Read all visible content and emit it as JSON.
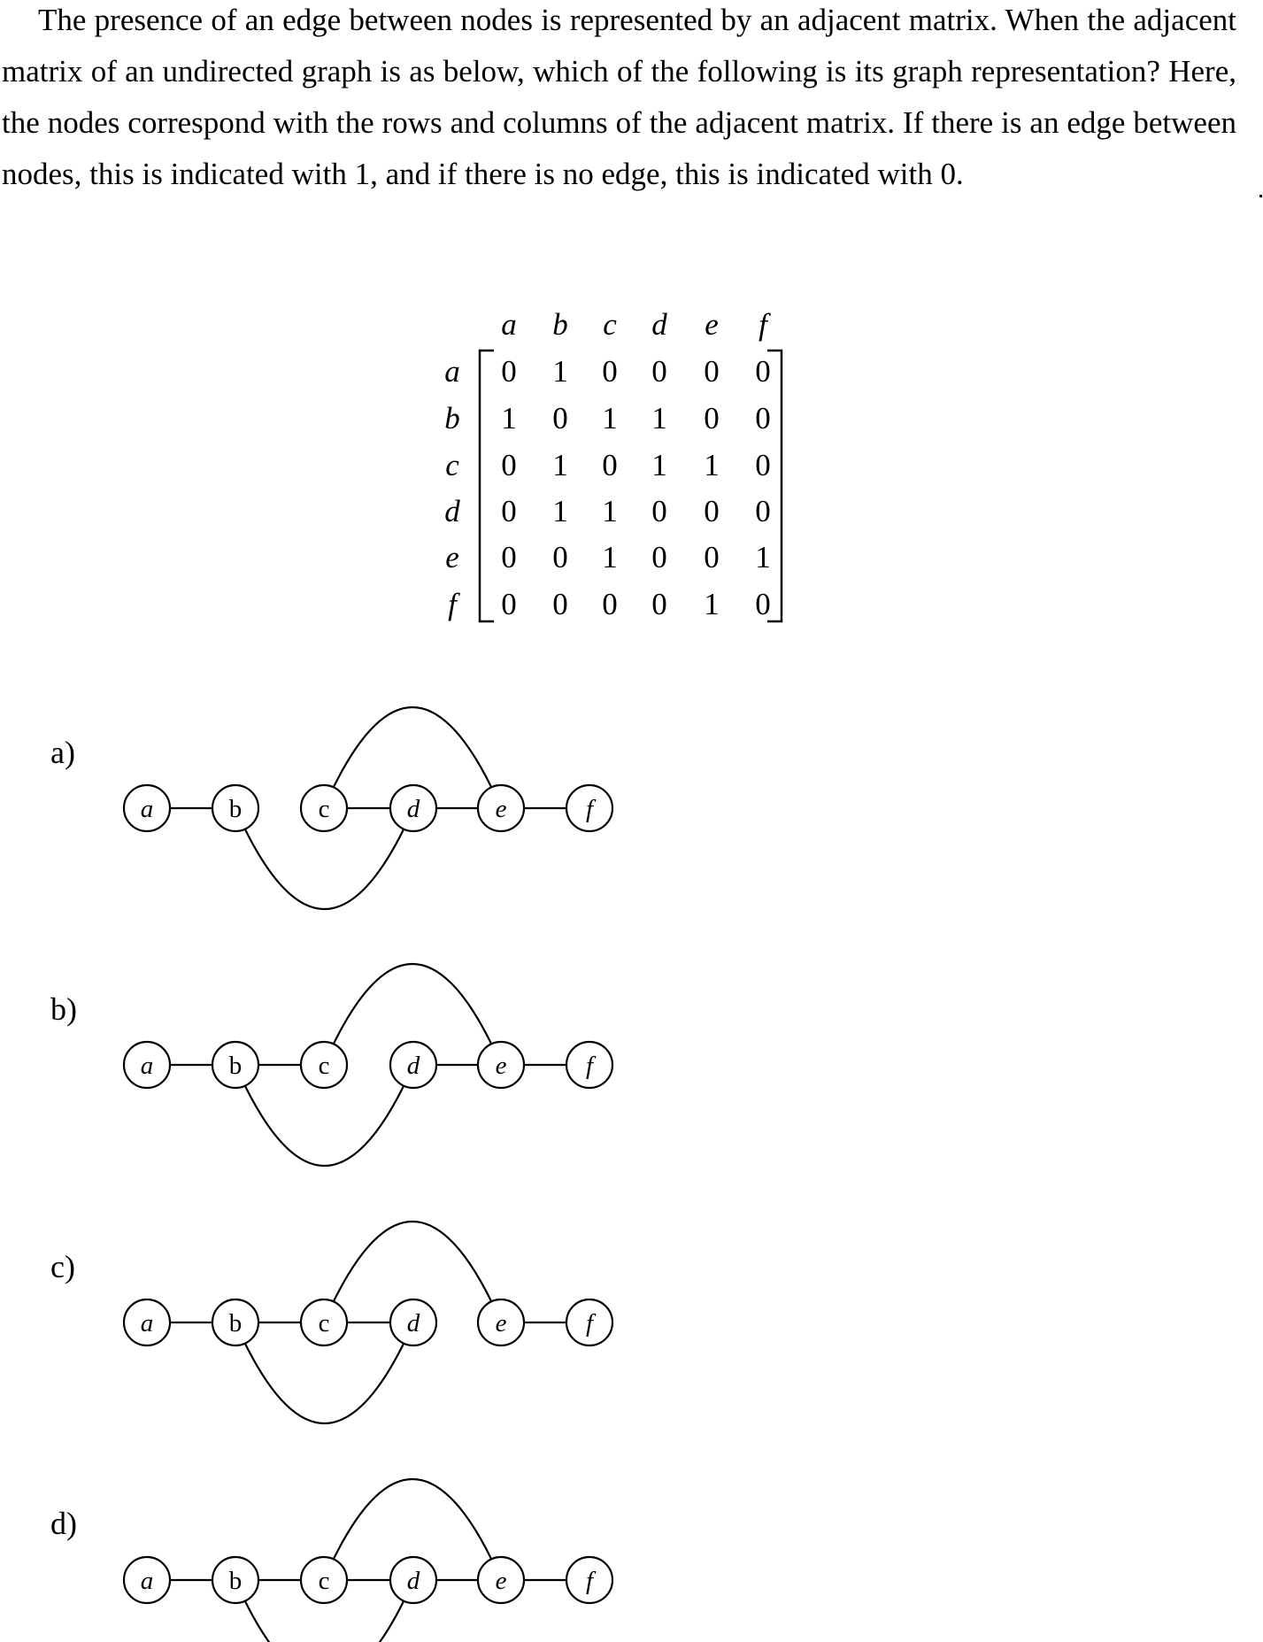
{
  "question": {
    "text": "The presence of an edge between nodes is represented by an adjacent matrix. When the adjacent matrix of an undirected graph is as below, which of the following is its graph representation? Here, the nodes correspond with the rows and columns of the adjacent matrix. If there is an edge between nodes, this is indicated with 1, and if there is no edge, this is indicated with 0."
  },
  "matrix": {
    "labels": [
      "a",
      "b",
      "c",
      "d",
      "e",
      "f"
    ],
    "rows": [
      [
        "0",
        "1",
        "0",
        "0",
        "0",
        "0"
      ],
      [
        "1",
        "0",
        "1",
        "1",
        "0",
        "0"
      ],
      [
        "0",
        "1",
        "0",
        "1",
        "1",
        "0"
      ],
      [
        "0",
        "1",
        "1",
        "0",
        "0",
        "0"
      ],
      [
        "0",
        "0",
        "1",
        "0",
        "0",
        "1"
      ],
      [
        "0",
        "0",
        "0",
        "0",
        "1",
        "0"
      ]
    ]
  },
  "options": [
    {
      "label": "a)",
      "nodes": [
        "a",
        "b",
        "c",
        "d",
        "e",
        "f"
      ],
      "straight_edges": [
        [
          "a",
          "b"
        ],
        [
          "c",
          "d"
        ],
        [
          "d",
          "e"
        ],
        [
          "e",
          "f"
        ]
      ],
      "arcs_above": [
        [
          "c",
          "e"
        ]
      ],
      "arcs_below": [
        [
          "b",
          "d"
        ]
      ]
    },
    {
      "label": "b)",
      "nodes": [
        "a",
        "b",
        "c",
        "d",
        "e",
        "f"
      ],
      "straight_edges": [
        [
          "a",
          "b"
        ],
        [
          "b",
          "c"
        ],
        [
          "d",
          "e"
        ],
        [
          "e",
          "f"
        ]
      ],
      "arcs_above": [
        [
          "c",
          "e"
        ]
      ],
      "arcs_below": [
        [
          "b",
          "d"
        ]
      ]
    },
    {
      "label": "c)",
      "nodes": [
        "a",
        "b",
        "c",
        "d",
        "e",
        "f"
      ],
      "straight_edges": [
        [
          "a",
          "b"
        ],
        [
          "b",
          "c"
        ],
        [
          "c",
          "d"
        ],
        [
          "e",
          "f"
        ]
      ],
      "arcs_above": [
        [
          "c",
          "e"
        ]
      ],
      "arcs_below": [
        [
          "b",
          "d"
        ]
      ]
    },
    {
      "label": "d)",
      "nodes": [
        "a",
        "b",
        "c",
        "d",
        "e",
        "f"
      ],
      "straight_edges": [
        [
          "a",
          "b"
        ],
        [
          "b",
          "c"
        ],
        [
          "c",
          "d"
        ],
        [
          "d",
          "e"
        ],
        [
          "e",
          "f"
        ]
      ],
      "arcs_above": [
        [
          "c",
          "e"
        ]
      ],
      "arcs_below": [
        [
          "b",
          "d"
        ]
      ]
    }
  ]
}
